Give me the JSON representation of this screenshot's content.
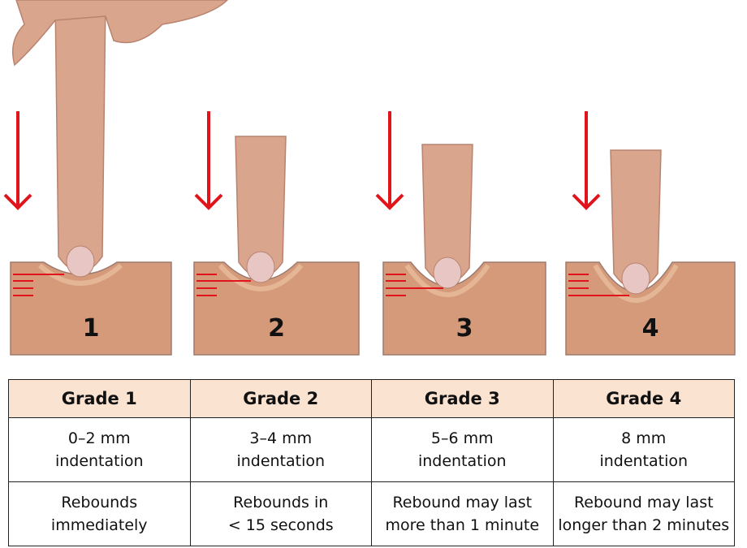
{
  "colors": {
    "arrow": "#e0141a",
    "skin": "#d49a7a",
    "finger": "#d9a58c",
    "nail": "#e8c6c4",
    "header_bg": "#fbe3d2"
  },
  "panels": [
    {
      "label": "1",
      "depth_level": 1
    },
    {
      "label": "2",
      "depth_level": 2
    },
    {
      "label": "3",
      "depth_level": 3
    },
    {
      "label": "4",
      "depth_level": 4
    }
  ],
  "table": {
    "headers": [
      "Grade 1",
      "Grade 2",
      "Grade 3",
      "Grade 4"
    ],
    "rows": [
      [
        [
          "0–2 mm",
          "indentation"
        ],
        [
          "3–4 mm",
          "indentation"
        ],
        [
          "5–6 mm",
          "indentation"
        ],
        [
          "8 mm",
          "indentation"
        ]
      ],
      [
        [
          "Rebounds",
          "immediately"
        ],
        [
          "Rebounds in",
          "< 15 seconds"
        ],
        [
          "Rebound may last",
          "more than 1 minute"
        ],
        [
          "Rebound may last",
          "longer than 2 minutes"
        ]
      ]
    ]
  }
}
